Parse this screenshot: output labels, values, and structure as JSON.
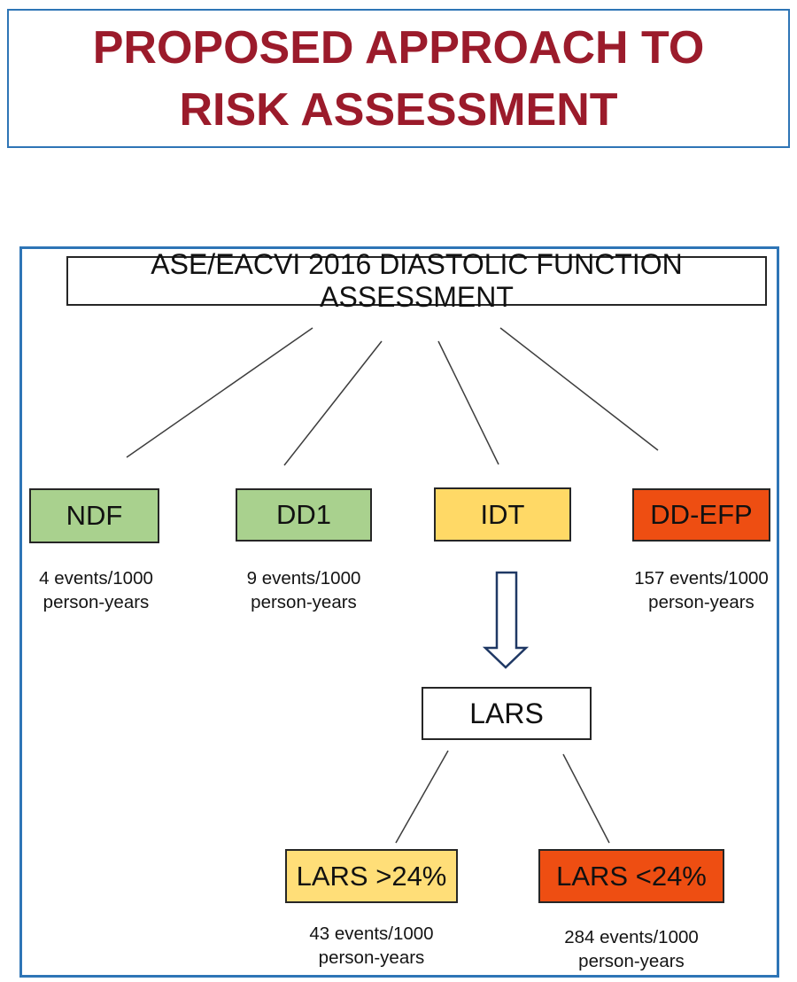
{
  "title": "PROPOSED APPROACH TO RISK ASSESSMENT",
  "colors": {
    "panel_border_blue": "#2E75B6",
    "title_red": "#9B1B2B",
    "green": "#A9D18E",
    "gold": "#FFD966",
    "gold_light": "#FFDE78",
    "orange_red": "#EE4E12",
    "arrow_outline_navy": "#1F3864",
    "line_gray": "#3d3d3d"
  },
  "flowchart": {
    "root": "ASE/EACVI 2016 DIASTOLIC FUNCTION ASSESSMENT",
    "categories": [
      {
        "label": "NDF",
        "rate": [
          "4 events/1000",
          "person-years"
        ]
      },
      {
        "label": "DD1",
        "rate": [
          "9 events/1000",
          "person-years"
        ]
      },
      {
        "label": "IDT"
      },
      {
        "label": "DD-EFP",
        "rate": [
          "157 events/1000",
          "person-years"
        ]
      }
    ],
    "lars": {
      "label": "LARS"
    },
    "branches": [
      {
        "label": "LARS >24%",
        "rate": [
          "43 events/1000",
          "person-years"
        ]
      },
      {
        "label": "LARS <24%",
        "rate": [
          "284 events/1000",
          "person-years"
        ]
      }
    ]
  }
}
